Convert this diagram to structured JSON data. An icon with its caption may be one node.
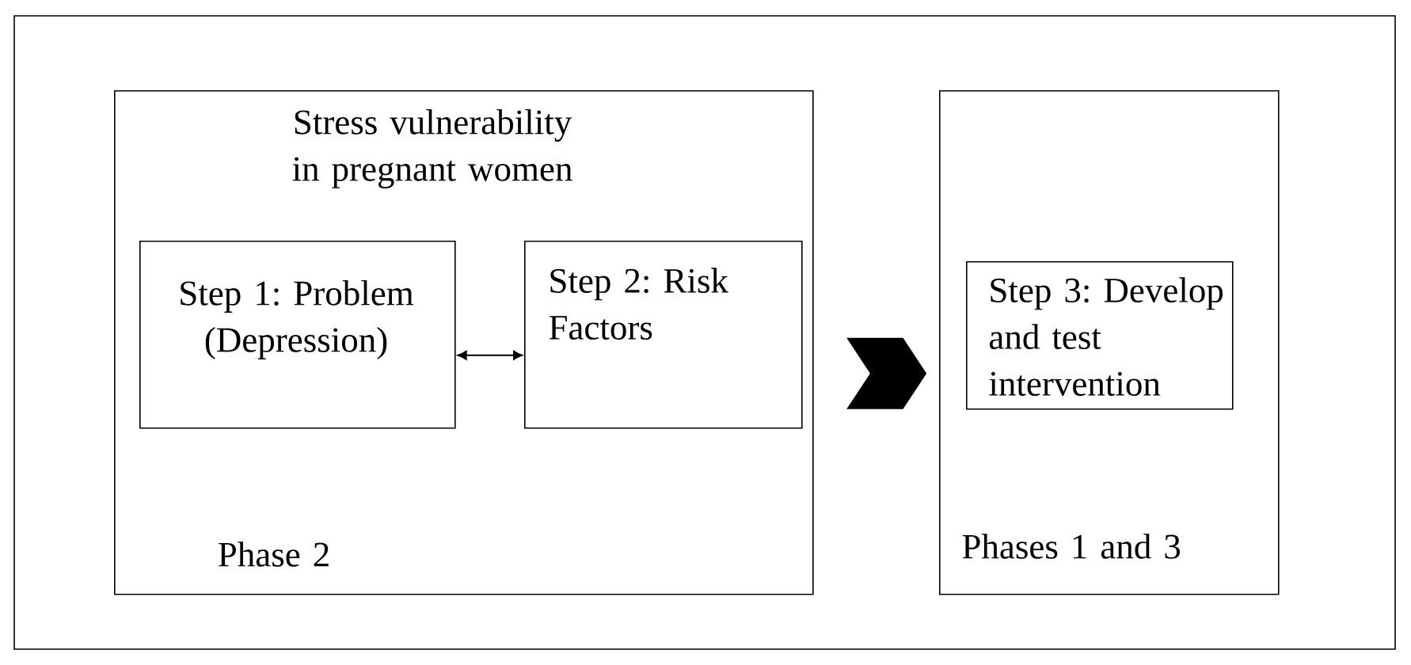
{
  "diagram": {
    "nodes": [
      {
        "text": [
          "Stress vulnerability in pregnant women",
          "Phase 2"
        ]
      },
      {
        "text": [
          "Step 1: Problem (Depression)"
        ],
        "in": 0
      },
      {
        "text": [
          "Step 2: Risk Factors"
        ],
        "in": 0
      },
      {
        "text": [
          "Phases 1 and 3"
        ]
      },
      {
        "text": [
          "Step 3: Develop and test intervention"
        ],
        "in": 3
      }
    ],
    "edges": [
      {
        "from": 1,
        "to": 2,
        "arrow": "both"
      },
      {
        "from": 0,
        "to": 3,
        "arrow": "to"
      }
    ]
  }
}
